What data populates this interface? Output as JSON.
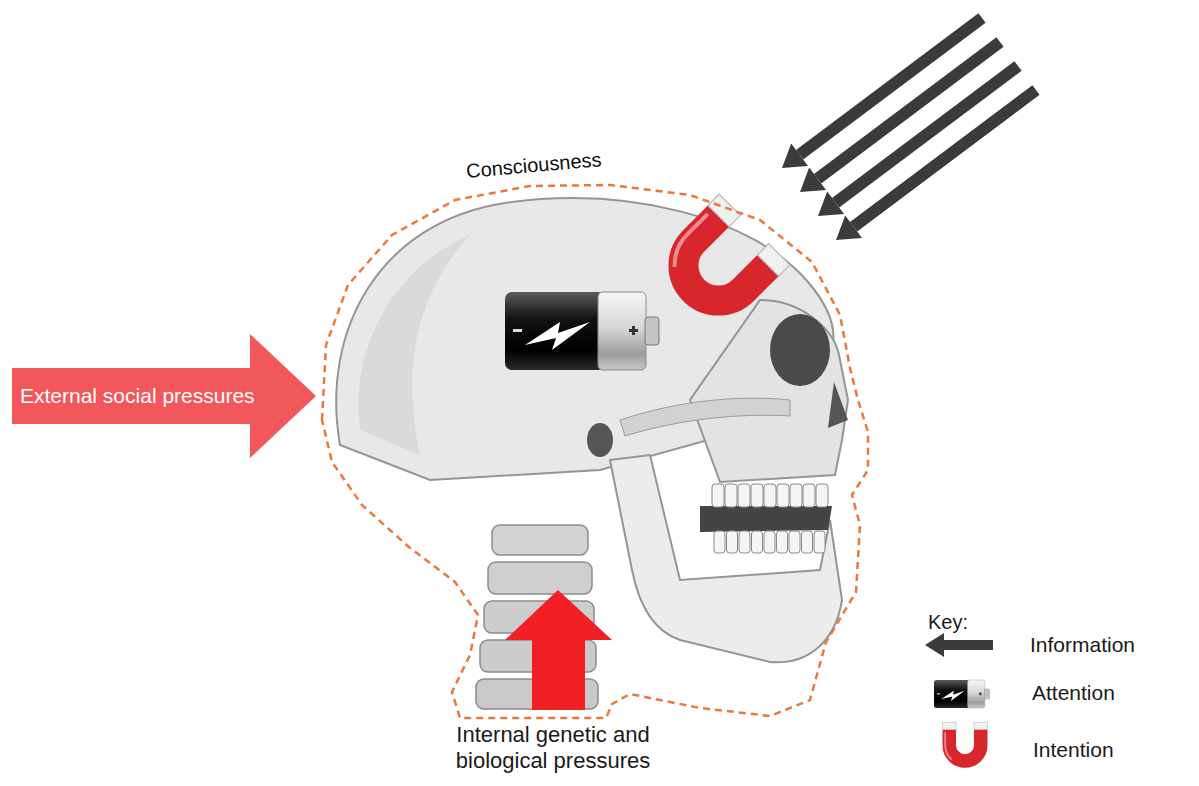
{
  "diagram": {
    "nodes": [
      {
        "text": [
          "Consciousness"
        ]
      },
      {
        "text": [
          "External social pressures"
        ]
      }
    ],
    "labels": [
      "Internal genetic and biological pressures",
      "Key:"
    ],
    "legend": [
      {
        "text": "Information"
      },
      {
        "text": "Attention"
      },
      {
        "text": "Intention"
      }
    ]
  }
}
